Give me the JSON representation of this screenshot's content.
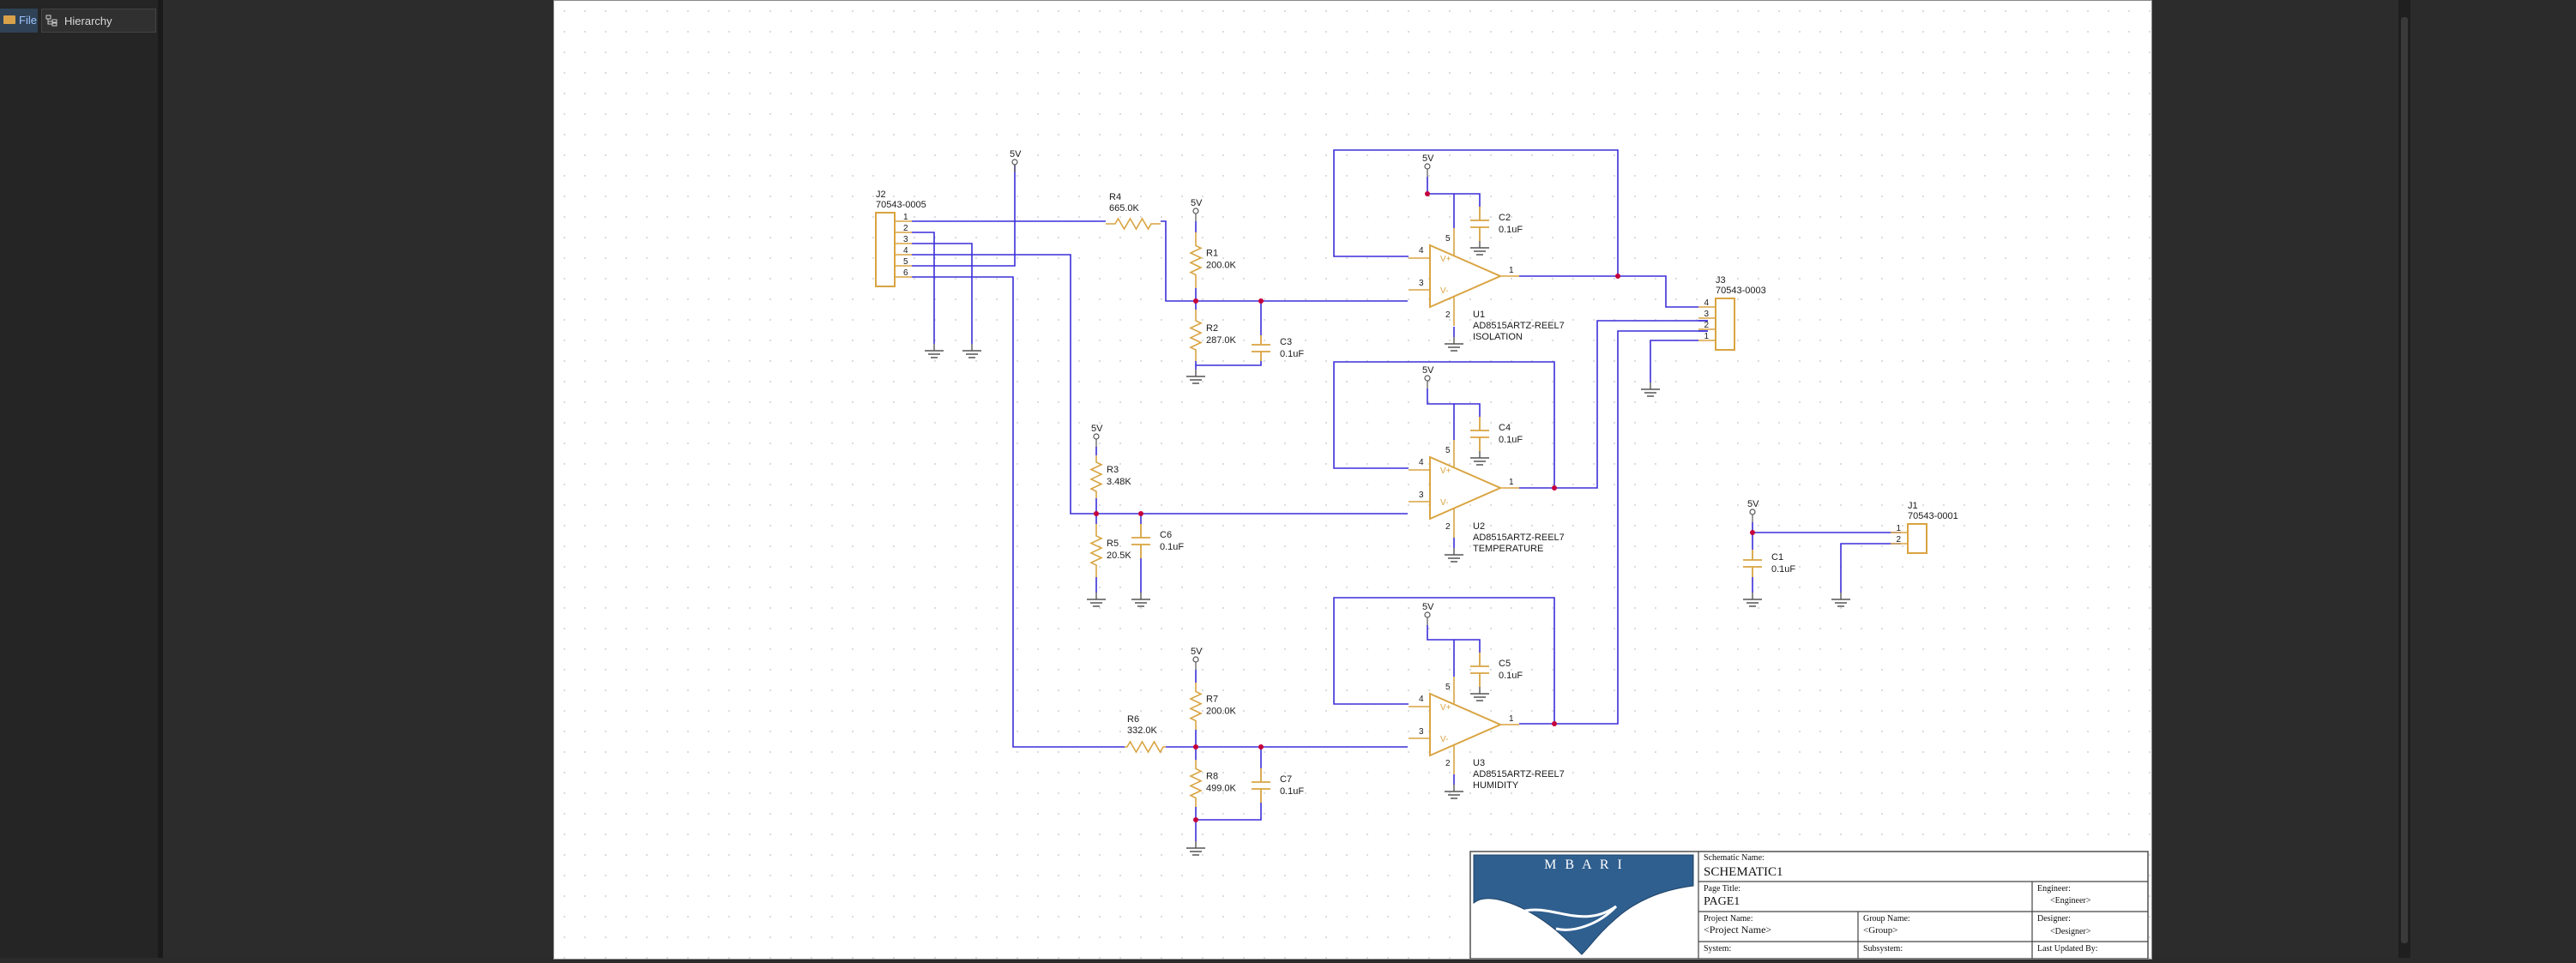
{
  "panel": {
    "tabs": [
      {
        "label": "File"
      },
      {
        "label": "Hierarchy"
      }
    ],
    "truncated_top_label": "..."
  },
  "schematic": {
    "supply_label": "5V",
    "connectors": {
      "j2": {
        "ref": "J2",
        "part": "70543-0005",
        "pins": [
          "1",
          "2",
          "3",
          "4",
          "5",
          "6"
        ]
      },
      "j3": {
        "ref": "J3",
        "part": "70543-0003",
        "pins": [
          "4",
          "3",
          "2",
          "1"
        ]
      },
      "j1": {
        "ref": "J1",
        "part": "70543-0001",
        "pins": [
          "1",
          "2"
        ]
      }
    },
    "resistors": [
      {
        "ref": "R4",
        "value": "665.0K"
      },
      {
        "ref": "R1",
        "value": "200.0K"
      },
      {
        "ref": "R2",
        "value": "287.0K"
      },
      {
        "ref": "R3",
        "value": "3.48K"
      },
      {
        "ref": "R5",
        "value": "20.5K"
      },
      {
        "ref": "R6",
        "value": "332.0K"
      },
      {
        "ref": "R7",
        "value": "200.0K"
      },
      {
        "ref": "R8",
        "value": "499.0K"
      }
    ],
    "capacitors": [
      {
        "ref": "C1",
        "value": "0.1uF"
      },
      {
        "ref": "C2",
        "value": "0.1uF"
      },
      {
        "ref": "C3",
        "value": "0.1uF"
      },
      {
        "ref": "C4",
        "value": "0.1uF"
      },
      {
        "ref": "C5",
        "value": "0.1uF"
      },
      {
        "ref": "C6",
        "value": "0.1uF"
      },
      {
        "ref": "C7",
        "value": "0.1uF"
      }
    ],
    "opamps": [
      {
        "ref": "U1",
        "part": "AD8515ARTZ-REEL7",
        "label": "ISOLATION"
      },
      {
        "ref": "U2",
        "part": "AD8515ARTZ-REEL7",
        "label": "TEMPERATURE"
      },
      {
        "ref": "U3",
        "part": "AD8515ARTZ-REEL7",
        "label": "HUMIDITY"
      }
    ],
    "opamp_pins": {
      "in_plus": "3",
      "in_minus": "4",
      "out": "1",
      "vcc": "5",
      "gnd": "2",
      "plus": "V+",
      "minus": "V-"
    }
  },
  "title_block": {
    "logo_text": "M B A R I",
    "schematic_name_label": "Schematic Name:",
    "schematic_name": "SCHEMATIC1",
    "page_title_label": "Page Title:",
    "page_title": "PAGE1",
    "project_name_label": "Project Name:",
    "project_name": "<Project Name>",
    "group_name_label": "Group Name:",
    "group_name": "<Group>",
    "engineer_label": "Engineer:",
    "engineer": "<Engineer>",
    "designer_label": "Designer:",
    "designer": "<Designer>",
    "system_label": "System:",
    "subsystem_label": "Subsystem:",
    "last_updated_label": "Last Updated By:"
  },
  "colors": {
    "wire": "#3b2fd9",
    "component": "#d9a441",
    "junction": "#c4003c",
    "text": "#1a1a1a",
    "ground": "#555555"
  }
}
